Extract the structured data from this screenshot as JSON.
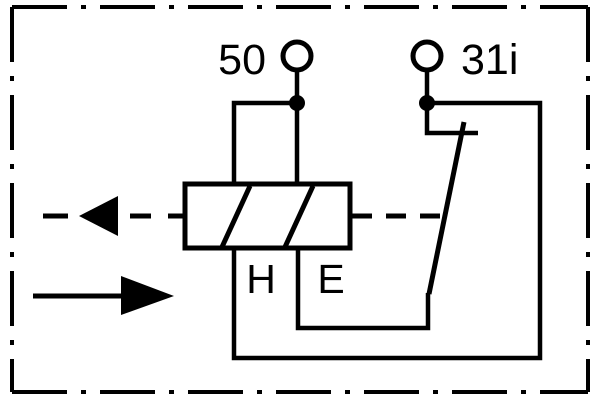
{
  "diagram": {
    "type": "relay-switch-schematic",
    "background_color": "#ffffff",
    "line_color": "#000000",
    "terminals": {
      "left": {
        "label": "50"
      },
      "right": {
        "label": "31i"
      }
    },
    "coil": {
      "left_lead_label": "H",
      "right_lead_label": "E"
    },
    "icons": {
      "left_arrow": "left-arrow-icon",
      "right_arrow": "right-arrow-icon",
      "terminal_circles": "terminal-ring-icon",
      "junction_dots": "junction-dot-icon"
    }
  }
}
